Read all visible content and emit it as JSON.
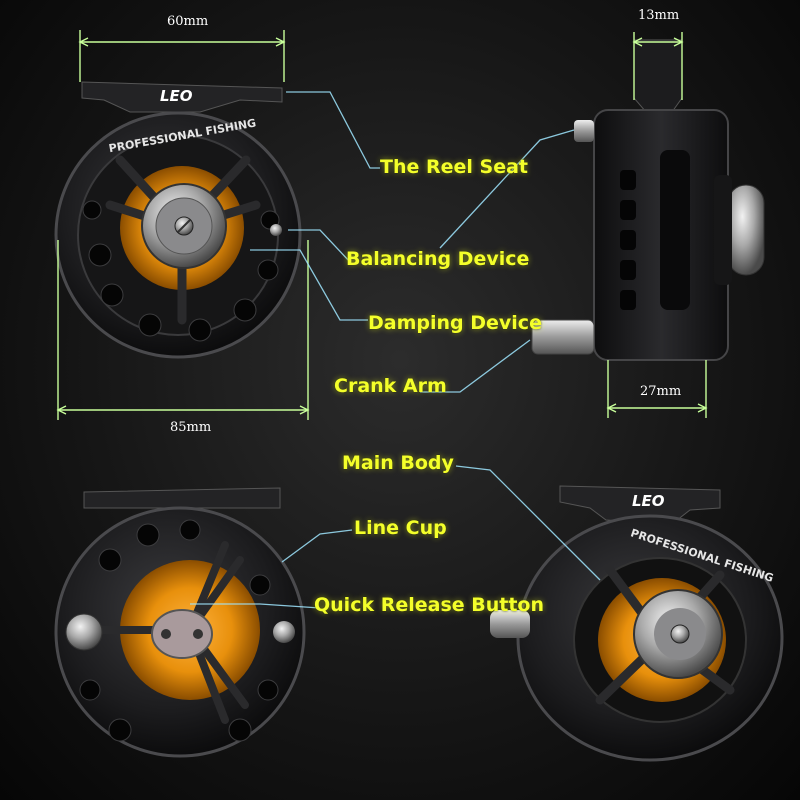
{
  "callouts": {
    "reel_seat": "The Reel Seat",
    "balancing_device": "Balancing Device",
    "damping_device": "Damping Device",
    "crank_arm": "Crank Arm",
    "main_body": "Main Body",
    "line_cup": "Line Cup",
    "quick_release_button": "Quick Release Button"
  },
  "dimensions": {
    "top_width": "60mm",
    "diameter": "85mm",
    "seat_width": "13mm",
    "body_depth": "27mm"
  },
  "branding": {
    "brand": "LEO",
    "ring_text": "PROFESSIONAL FISHING"
  },
  "colors": {
    "callout_text": "#f4ff2a",
    "leader_line": "#9fe6ff",
    "dimension_line": "#c8ff9a",
    "spool_orange": "#e8900c",
    "reel_body": "#1e1e20"
  }
}
